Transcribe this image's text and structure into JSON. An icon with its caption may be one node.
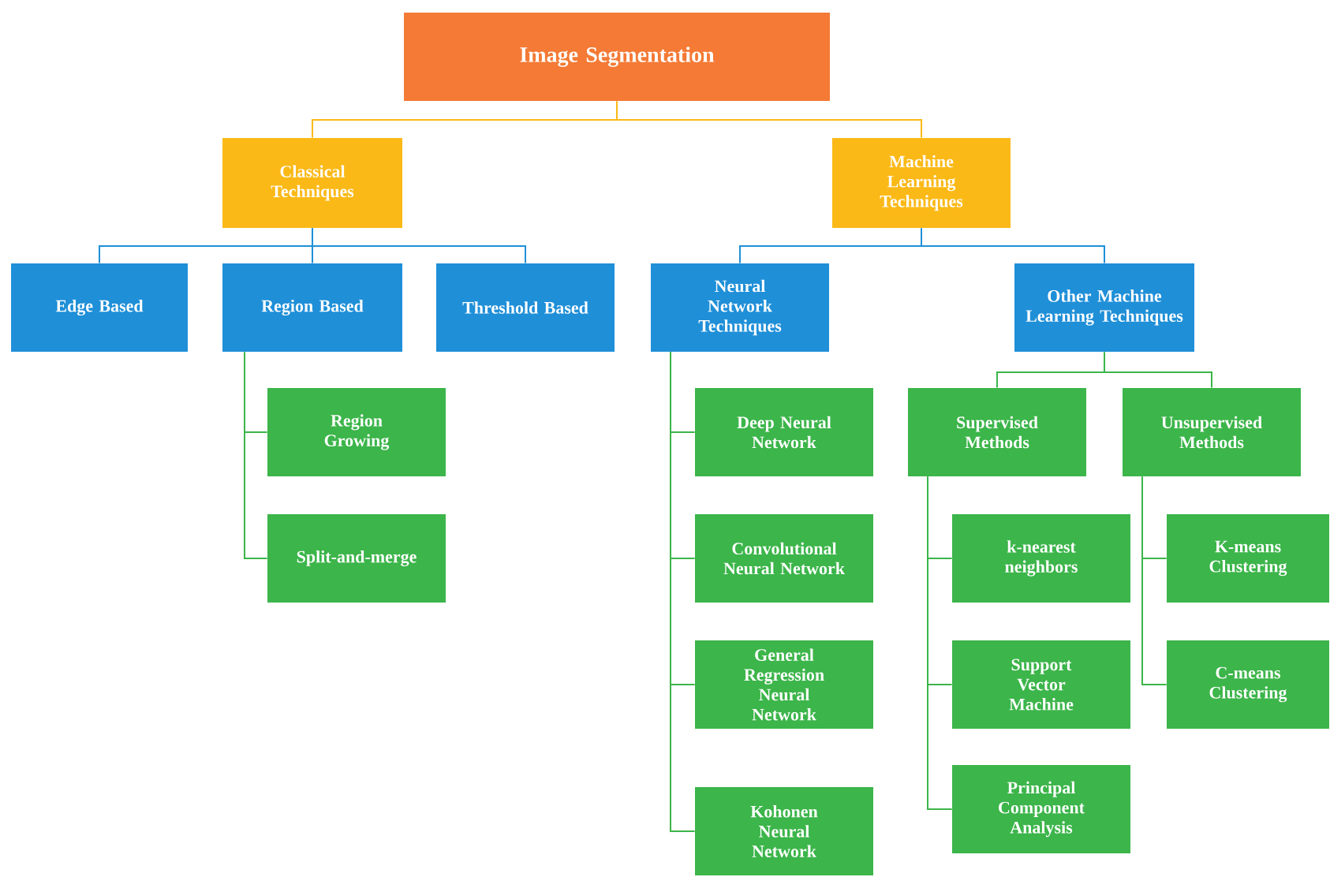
{
  "diagram": {
    "nodes": [
      {
        "text": [
          "Image Segmentation"
        ]
      },
      {
        "text": [
          "Classical Techniques"
        ]
      },
      {
        "text": [
          "Machine Learning Techniques"
        ]
      },
      {
        "text": [
          "Edge Based"
        ]
      },
      {
        "text": [
          "Region Based"
        ]
      },
      {
        "text": [
          "Threshold Based"
        ]
      },
      {
        "text": [
          "Neural Network Techniques"
        ]
      },
      {
        "text": [
          "Other Machine Learning Techniques"
        ]
      },
      {
        "text": [
          "Region Growing"
        ]
      },
      {
        "text": [
          "Split-and-merge"
        ]
      },
      {
        "text": [
          "Deep Neural Network"
        ]
      },
      {
        "text": [
          "Convolutional Neural Network"
        ]
      },
      {
        "text": [
          "General Regression Neural Network"
        ]
      },
      {
        "text": [
          "Kohonen Neural Network"
        ]
      },
      {
        "text": [
          "Supervised Methods"
        ]
      },
      {
        "text": [
          "Unsupervised Methods"
        ]
      },
      {
        "text": [
          "k-nearest neighbors"
        ]
      },
      {
        "text": [
          "Support Vector Machine"
        ]
      },
      {
        "text": [
          "Principal Component Analysis"
        ]
      },
      {
        "text": [
          "K-means Clustering"
        ]
      },
      {
        "text": [
          "C-means Clustering"
        ]
      }
    ],
    "edges": [
      {
        "from": 0,
        "to": 1,
        "arrow": "none",
        "color": "#fbb917"
      },
      {
        "from": 0,
        "to": 2,
        "arrow": "none",
        "color": "#fbb917"
      },
      {
        "from": 1,
        "to": 3,
        "arrow": "none",
        "color": "#1f8fd8"
      },
      {
        "from": 1,
        "to": 4,
        "arrow": "none",
        "color": "#1f8fd8"
      },
      {
        "from": 1,
        "to": 5,
        "arrow": "none",
        "color": "#1f8fd8"
      },
      {
        "from": 2,
        "to": 6,
        "arrow": "none",
        "color": "#1f8fd8"
      },
      {
        "from": 2,
        "to": 7,
        "arrow": "none",
        "color": "#1f8fd8"
      },
      {
        "from": 4,
        "to": 8,
        "arrow": "none"
      },
      {
        "from": 4,
        "to": 9,
        "arrow": "none"
      },
      {
        "from": 6,
        "to": 10,
        "arrow": "none"
      },
      {
        "from": 6,
        "to": 11,
        "arrow": "none"
      },
      {
        "from": 6,
        "to": 12,
        "arrow": "none"
      },
      {
        "from": 6,
        "to": 13,
        "arrow": "none"
      },
      {
        "from": 7,
        "to": 14,
        "arrow": "none"
      },
      {
        "from": 7,
        "to": 15,
        "arrow": "none"
      },
      {
        "from": 14,
        "to": 16,
        "arrow": "none"
      },
      {
        "from": 14,
        "to": 17,
        "arrow": "none"
      },
      {
        "from": 14,
        "to": 18,
        "arrow": "none"
      },
      {
        "from": 15,
        "to": 19,
        "arrow": "none"
      },
      {
        "from": 15,
        "to": 20,
        "arrow": "none"
      }
    ]
  }
}
